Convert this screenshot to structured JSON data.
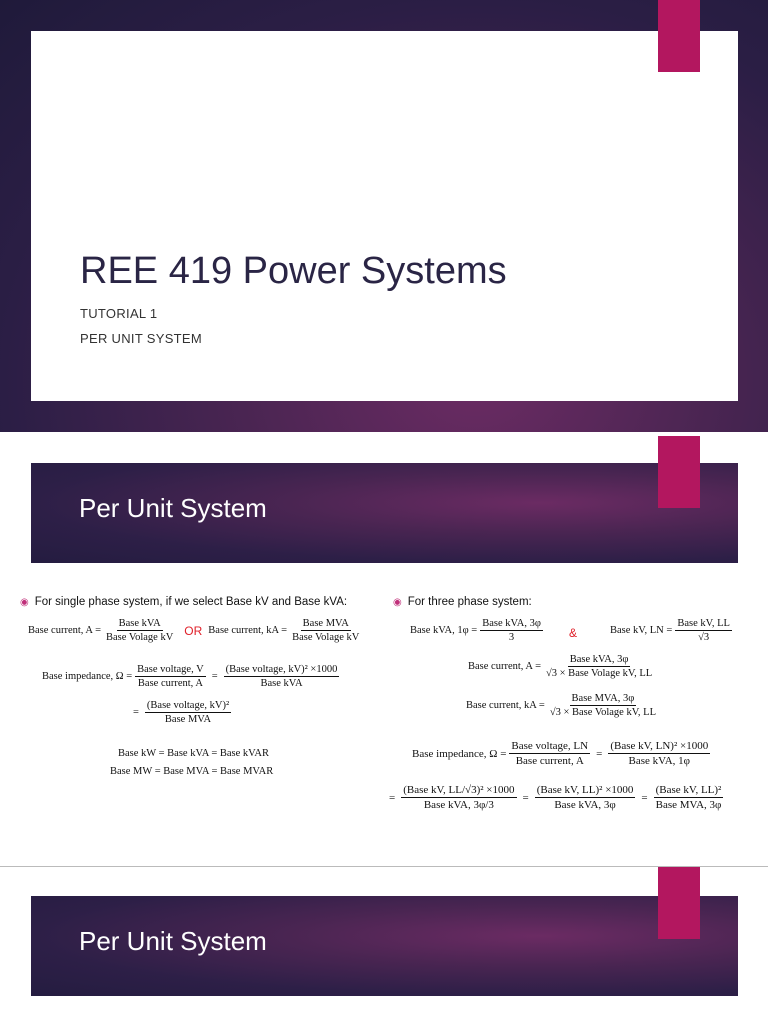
{
  "slide1": {
    "title": "REE 419 Power Systems",
    "subtitle1": "TUTORIAL 1",
    "subtitle2": "PER UNIT SYSTEM"
  },
  "slide2": {
    "title": "Per Unit System",
    "left_bullet": "For single phase system, if we select Base kV and Base kVA:",
    "right_bullet": "For three phase system:",
    "or_text": "OR",
    "amp_text": "&",
    "eq": {
      "bc_a_lhs": "Base current, A =",
      "bc_a_num": "Base kVA",
      "bc_a_den": "Base Volage kV",
      "bc_ka_lhs": "Base current, kA =",
      "bc_ka_num": "Base MVA",
      "bc_ka_den": "Base Volage kV",
      "bz_lhs": "Base impedance, Ω =",
      "bz_num1": "Base voltage, V",
      "bz_den1": "Base current, A",
      "bz_num2": "(Base voltage, kV)² ×1000",
      "bz_den2": "Base kVA",
      "bz_num3": "(Base voltage, kV)²",
      "bz_den3": "Base MVA",
      "power1": "Base kW = Base kVA = Base kVAR",
      "power2": "Base MW = Base MVA = Base MVAR",
      "t_kva_lhs": "Base kVA, 1φ =",
      "t_kva_num": "Base kVA, 3φ",
      "t_kva_den": "3",
      "t_kv_lhs": "Base kV, LN =",
      "t_kv_num": "Base kV, LL",
      "t_kv_den": "√3",
      "t_ia_lhs": "Base current, A =",
      "t_ia_num": "Base kVA, 3φ",
      "t_ia_den": "√3 × Base Volage kV, LL",
      "t_ika_lhs": "Base current, kA =",
      "t_ika_num": "Base MVA, 3φ",
      "t_ika_den": "√3 × Base Volage kV, LL",
      "t_z_lhs": "Base impedance, Ω =",
      "t_z_num1": "Base voltage, LN",
      "t_z_den1": "Base current, A",
      "t_z_num2": "(Base kV, LN)² ×1000",
      "t_z_den2": "Base kVA, 1φ",
      "t_z_num3": "(Base kV, LL/√3)² ×1000",
      "t_z_den3": "Base kVA, 3φ/3",
      "t_z_num4": "(Base kV, LL)² ×1000",
      "t_z_den4": "Base kVA, 3φ",
      "t_z_num5": "(Base kV, LL)²",
      "t_z_den5": "Base MVA, 3φ",
      "eq_sign": "="
    }
  },
  "slide3": {
    "title": "Per Unit System"
  }
}
